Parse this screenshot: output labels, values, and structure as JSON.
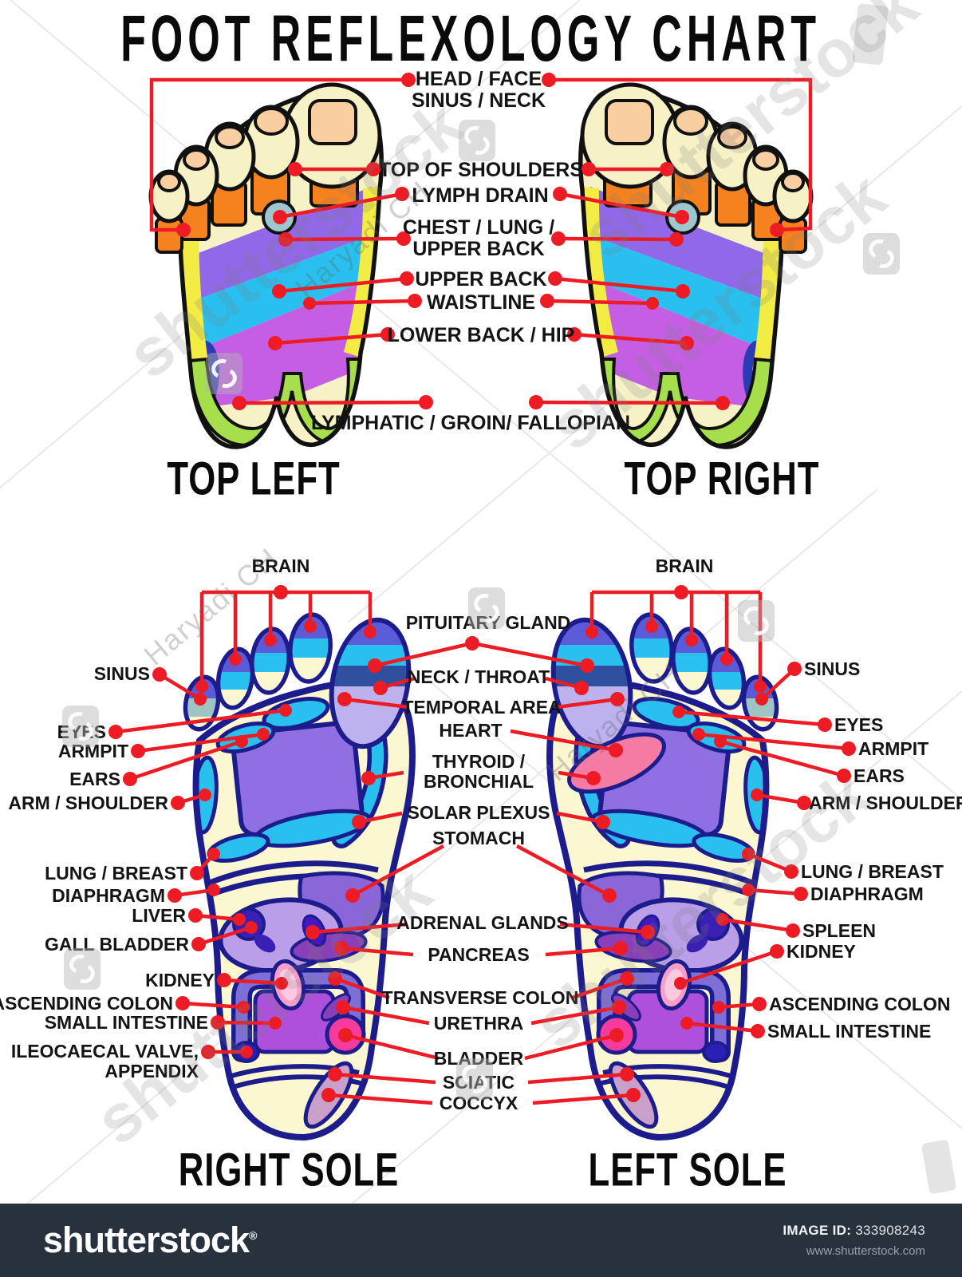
{
  "title": "FOOT REFLEXOLOGY CHART",
  "colors": {
    "connector_red": "#ED1C24",
    "top_outline": "#111111",
    "sole_outline": "#1C1C8C",
    "cream": "#F6F2C6",
    "orange": "#F5821F",
    "violet_band": "#9168E8",
    "cyan": "#29C0F0",
    "magenta_band": "#C45FE3",
    "yellow_edge": "#F2EC45",
    "green_heel": "#A6DE4C",
    "toe_cap_violet": "#5B5BD8",
    "lavender": "#BEB2EE",
    "lung_purple": "#8F6FE2",
    "liver_purple": "#BA9EE8",
    "stomach_purple": "#8A66D8",
    "pancreas_purple": "#8A3FB8",
    "kidney_pink": "#F79FCB",
    "bladder_pink": "#F53C9E",
    "heart_pink": "#F47BA4",
    "small_intestine_purple": "#AE50DC",
    "colon_slate": "#7E6FD8",
    "coccyx_mauve": "#C9A0C9",
    "footer_bg": "#28323D"
  },
  "top_section": {
    "caption_left": "TOP LEFT",
    "caption_right": "TOP RIGHT",
    "labels": {
      "head": [
        "HEAD / FACE",
        "SINUS / NECK"
      ],
      "top_of_shoulders": "TOP OF SHOULDERS",
      "lymph_drain": "LYMPH DRAIN",
      "chest": [
        "CHEST / LUNG /",
        "UPPER BACK"
      ],
      "upper_back": "UPPER BACK",
      "waistline": "WAISTLINE",
      "lower_back_hip": "LOWER BACK / HIP",
      "lymphatic": "LYMPHATIC / GROIN/ FALLOPIAN"
    }
  },
  "bottom_section": {
    "caption_left": "RIGHT SOLE",
    "caption_right": "LEFT SOLE",
    "center_labels": {
      "brain_left": "BRAIN",
      "brain_right": "BRAIN",
      "pituitary": "PITUITARY GLAND",
      "neck_throat": "NECK / THROAT",
      "temporal": "TEMPORAL AREA",
      "heart": "HEART",
      "thyroid": [
        "THYROID /",
        "BRONCHIAL"
      ],
      "solar_plexus": "SOLAR PLEXUS",
      "stomach": "STOMACH",
      "adrenal": "ADRENAL GLANDS",
      "pancreas": "PANCREAS",
      "transverse_colon": "TRANSVERSE COLON",
      "urethra": "URETHRA",
      "bladder": "BLADDER",
      "sciatic": "SCIATIC",
      "coccyx": "COCCYX"
    },
    "left_labels": {
      "sinus": "SINUS",
      "eyes": "EYES",
      "armpit": "ARMPIT",
      "ears": "EARS",
      "arm_shoulder": "ARM / SHOULDER",
      "lung_breast": "LUNG / BREAST",
      "diaphragm": "DIAPHRAGM",
      "liver": "LIVER",
      "gall_bladder": "GALL BLADDER",
      "kidney": "KIDNEY",
      "ascending_colon": "ASCENDING COLON",
      "small_intestine": "SMALL INTESTINE",
      "ileocaecal": [
        "ILEOCAECAL VALVE,",
        "APPENDIX"
      ]
    },
    "right_labels": {
      "sinus": "SINUS",
      "eyes": "EYES",
      "armpit": "ARMPIT",
      "ears": "EARS",
      "arm_shoulder": "ARM / SHOULDER",
      "lung_breast": "LUNG / BREAST",
      "diaphragm": "DIAPHRAGM",
      "spleen": "SPLEEN",
      "kidney": "KIDNEY",
      "ascending_colon": "ASCENDING COLON",
      "small_intestine": "SMALL INTESTINE"
    }
  },
  "footer": {
    "brand": "shutterstock",
    "registered": "®",
    "image_id_label": "IMAGE ID:",
    "image_id": "333908243",
    "url": "www.shutterstock.com"
  },
  "watermark": {
    "brand": "shutterstock",
    "credit": "Haryadi CH"
  }
}
